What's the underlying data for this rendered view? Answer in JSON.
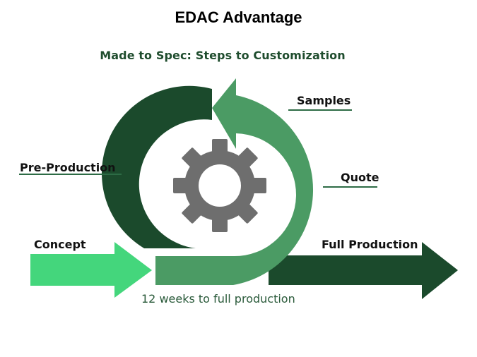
{
  "title": "EDAC Advantage",
  "subtitle": "Made to Spec: Steps to Customization",
  "steps": {
    "concept": "Concept",
    "pre_production": "Pre-Production",
    "samples": "Samples",
    "quote": "Quote",
    "full_production": "Full Production"
  },
  "timeline": "12 weeks to full production",
  "colors": {
    "dark_green": "#1b4a2c",
    "medium_green": "#4b9b64",
    "light_green": "#44d67c",
    "gear_gray": "#6e6e6e",
    "subtitle_green": "#1f4d2e",
    "timeline_green": "#2a5a3a",
    "line_green": "#2d6b45"
  },
  "icons": {
    "center": "gear-icon"
  }
}
